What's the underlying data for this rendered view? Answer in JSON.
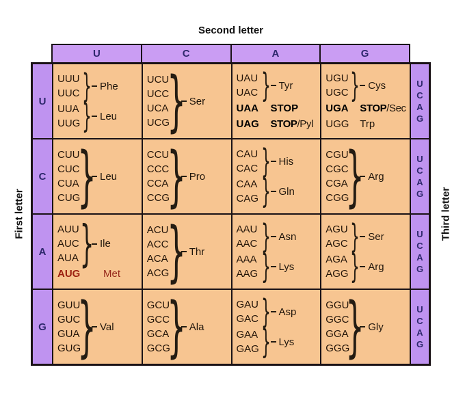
{
  "title_top": "Second letter",
  "label_left": "First letter",
  "label_right": "Third letter",
  "header_cols": [
    "U",
    "C",
    "A",
    "G"
  ],
  "third_letters": [
    "U",
    "C",
    "A",
    "G"
  ],
  "colors": {
    "cell_orange": "#f7c591",
    "header_purple": "#ca9df3",
    "side_purple": "#bf93f0",
    "border_black": "#1a1216",
    "letter_navy": "#2e286c",
    "start_codon_red": "#9b1f10"
  },
  "rows": [
    {
      "label": "U",
      "cells": [
        {
          "groups": [
            {
              "codons": [
                "UUU",
                "UUC"
              ],
              "brace": true,
              "amino": "Phe"
            },
            {
              "codons": [
                "UUA",
                "UUG"
              ],
              "brace": true,
              "amino": "Leu"
            }
          ]
        },
        {
          "groups": [
            {
              "codons": [
                "UCU",
                "UCC",
                "UCA",
                "UCG"
              ],
              "brace": true,
              "amino": "Ser"
            }
          ]
        },
        {
          "groups": [
            {
              "codons": [
                "UAU",
                "UAC"
              ],
              "brace": true,
              "amino": "Tyr"
            },
            {
              "codons": [
                "UAA"
              ],
              "bold": true,
              "amino_bold": "STOP"
            },
            {
              "codons": [
                "UAG"
              ],
              "bold": true,
              "amino_bold": "STOP",
              "amino": "/Pyl",
              "tight": true
            }
          ]
        },
        {
          "groups": [
            {
              "codons": [
                "UGU",
                "UGC"
              ],
              "brace": true,
              "amino": "Cys"
            },
            {
              "codons": [
                "UGA"
              ],
              "bold": true,
              "amino_bold": "STOP",
              "amino": "/Sec",
              "tight": true
            },
            {
              "codons": [
                "UGG"
              ],
              "amino": "Trp"
            }
          ]
        }
      ]
    },
    {
      "label": "C",
      "cells": [
        {
          "groups": [
            {
              "codons": [
                "CUU",
                "CUC",
                "CUA",
                "CUG"
              ],
              "brace": true,
              "amino": "Leu"
            }
          ]
        },
        {
          "groups": [
            {
              "codons": [
                "CCU",
                "CCC",
                "CCA",
                "CCG"
              ],
              "brace": true,
              "amino": "Pro"
            }
          ]
        },
        {
          "groups": [
            {
              "codons": [
                "CAU",
                "CAC"
              ],
              "brace": true,
              "amino": "His"
            },
            {
              "codons": [
                "CAA",
                "CAG"
              ],
              "brace": true,
              "amino": "Gln"
            }
          ]
        },
        {
          "groups": [
            {
              "codons": [
                "CGU",
                "CGC",
                "CGA",
                "CGG"
              ],
              "brace": true,
              "amino": "Arg"
            }
          ]
        }
      ]
    },
    {
      "label": "A",
      "cells": [
        {
          "groups": [
            {
              "codons": [
                "AUU",
                "AUC",
                "AUA"
              ],
              "brace": true,
              "amino": "Ile"
            },
            {
              "codons": [
                "AUG"
              ],
              "bold": true,
              "red": true,
              "amino": "Met",
              "wide": true
            }
          ]
        },
        {
          "groups": [
            {
              "codons": [
                "ACU",
                "ACC",
                "ACA",
                "ACG"
              ],
              "brace": true,
              "amino": "Thr"
            }
          ]
        },
        {
          "groups": [
            {
              "codons": [
                "AAU",
                "AAC"
              ],
              "brace": true,
              "amino": "Asn"
            },
            {
              "codons": [
                "AAA",
                "AAG"
              ],
              "brace": true,
              "amino": "Lys"
            }
          ]
        },
        {
          "groups": [
            {
              "codons": [
                "AGU",
                "AGC"
              ],
              "brace": true,
              "amino": "Ser"
            },
            {
              "codons": [
                "AGA",
                "AGG"
              ],
              "brace": true,
              "amino": "Arg"
            }
          ]
        }
      ]
    },
    {
      "label": "G",
      "cells": [
        {
          "groups": [
            {
              "codons": [
                "GUU",
                "GUC",
                "GUA",
                "GUG"
              ],
              "brace": true,
              "amino": "Val"
            }
          ]
        },
        {
          "groups": [
            {
              "codons": [
                "GCU",
                "GCC",
                "GCA",
                "GCG"
              ],
              "brace": true,
              "amino": "Ala"
            }
          ]
        },
        {
          "groups": [
            {
              "codons": [
                "GAU",
                "GAC"
              ],
              "brace": true,
              "amino": "Asp"
            },
            {
              "codons": [
                "GAA",
                "GAG"
              ],
              "brace": true,
              "amino": "Lys"
            }
          ]
        },
        {
          "groups": [
            {
              "codons": [
                "GGU",
                "GGC",
                "GGA",
                "GGG"
              ],
              "brace": true,
              "amino": "Gly"
            }
          ]
        }
      ]
    }
  ]
}
